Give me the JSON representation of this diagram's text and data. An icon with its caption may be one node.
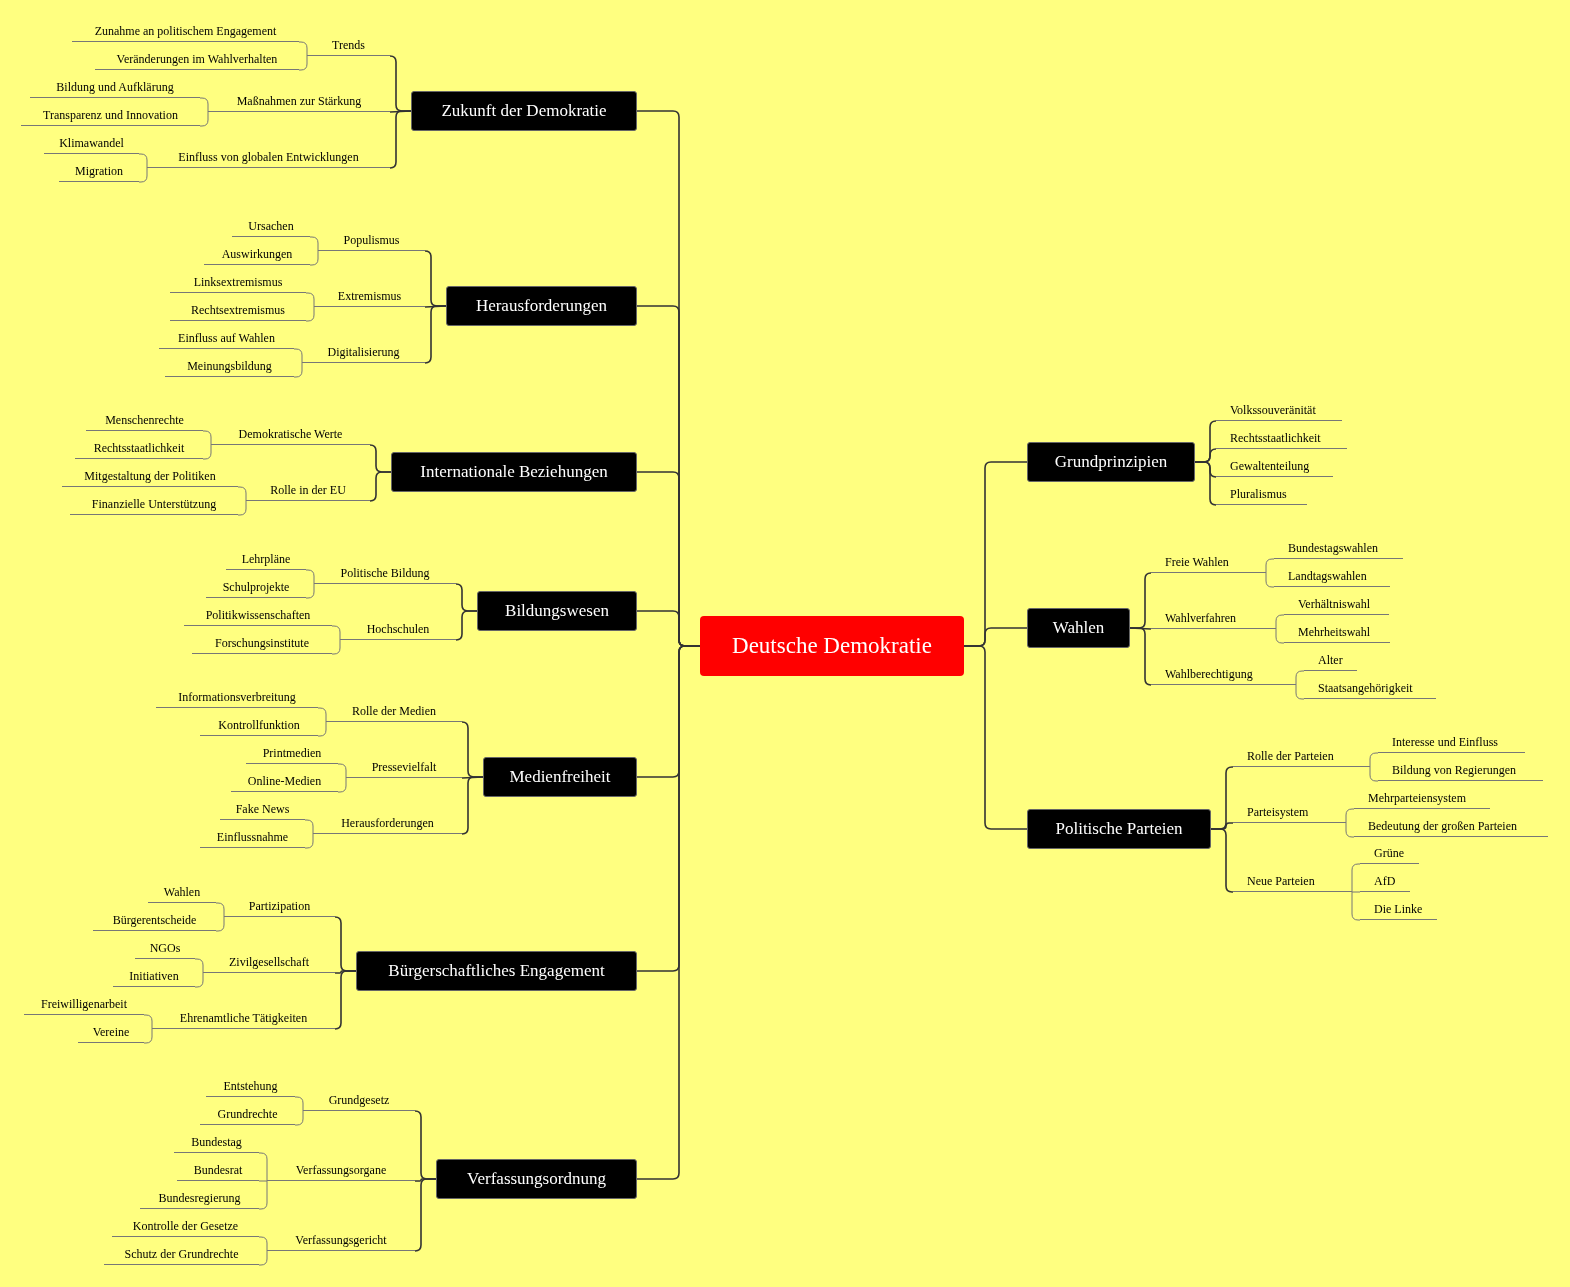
{
  "diagram": {
    "nodes": [
      {
        "text": [
          "Deutsche Demokratie"
        ]
      },
      {
        "text": [
          "Zukunft der Demokratie"
        ]
      },
      {
        "text": [
          "Trends"
        ]
      },
      {
        "text": [
          "Zunahme an politischem Engagement"
        ]
      },
      {
        "text": [
          "Veränderungen im Wahlverhalten"
        ]
      },
      {
        "text": [
          "Maßnahmen zur Stärkung"
        ]
      },
      {
        "text": [
          "Bildung und Aufklärung"
        ]
      },
      {
        "text": [
          "Transparenz und Innovation"
        ]
      },
      {
        "text": [
          "Einfluss von globalen Entwicklungen"
        ]
      },
      {
        "text": [
          "Klimawandel"
        ]
      },
      {
        "text": [
          "Migration"
        ]
      },
      {
        "text": [
          "Herausforderungen"
        ]
      },
      {
        "text": [
          "Populismus"
        ]
      },
      {
        "text": [
          "Ursachen"
        ]
      },
      {
        "text": [
          "Auswirkungen"
        ]
      },
      {
        "text": [
          "Extremismus"
        ]
      },
      {
        "text": [
          "Linksextremismus"
        ]
      },
      {
        "text": [
          "Rechtsextremismus"
        ]
      },
      {
        "text": [
          "Digitalisierung"
        ]
      },
      {
        "text": [
          "Einfluss auf Wahlen"
        ]
      },
      {
        "text": [
          "Meinungsbildung"
        ]
      },
      {
        "text": [
          "Internationale Beziehungen"
        ]
      },
      {
        "text": [
          "Demokratische Werte"
        ]
      },
      {
        "text": [
          "Menschenrechte"
        ]
      },
      {
        "text": [
          "Rechtsstaatlichkeit"
        ]
      },
      {
        "text": [
          "Rolle in der EU"
        ]
      },
      {
        "text": [
          "Mitgestaltung der Politiken"
        ]
      },
      {
        "text": [
          "Finanzielle Unterstützung"
        ]
      },
      {
        "text": [
          "Bildungswesen"
        ]
      },
      {
        "text": [
          "Politische Bildung"
        ]
      },
      {
        "text": [
          "Lehrpläne"
        ]
      },
      {
        "text": [
          "Schulprojekte"
        ]
      },
      {
        "text": [
          "Hochschulen"
        ]
      },
      {
        "text": [
          "Politikwissenschaften"
        ]
      },
      {
        "text": [
          "Forschungsinstitute"
        ]
      },
      {
        "text": [
          "Medienfreiheit"
        ]
      },
      {
        "text": [
          "Rolle der Medien"
        ]
      },
      {
        "text": [
          "Informationsverbreitung"
        ]
      },
      {
        "text": [
          "Kontrollfunktion"
        ]
      },
      {
        "text": [
          "Pressevielfalt"
        ]
      },
      {
        "text": [
          "Printmedien"
        ]
      },
      {
        "text": [
          "Online-Medien"
        ]
      },
      {
        "text": [
          "Herausforderungen"
        ]
      },
      {
        "text": [
          "Fake News"
        ]
      },
      {
        "text": [
          "Einflussnahme"
        ]
      },
      {
        "text": [
          "Bürgerschaftliches Engagement"
        ]
      },
      {
        "text": [
          "Partizipation"
        ]
      },
      {
        "text": [
          "Wahlen"
        ]
      },
      {
        "text": [
          "Bürgerentscheide"
        ]
      },
      {
        "text": [
          "Zivilgesellschaft"
        ]
      },
      {
        "text": [
          "NGOs"
        ]
      },
      {
        "text": [
          "Initiativen"
        ]
      },
      {
        "text": [
          "Ehrenamtliche Tätigkeiten"
        ]
      },
      {
        "text": [
          "Freiwilligenarbeit"
        ]
      },
      {
        "text": [
          "Vereine"
        ]
      },
      {
        "text": [
          "Verfassungsordnung"
        ]
      },
      {
        "text": [
          "Grundgesetz"
        ]
      },
      {
        "text": [
          "Entstehung"
        ]
      },
      {
        "text": [
          "Grundrechte"
        ]
      },
      {
        "text": [
          "Verfassungsorgane"
        ]
      },
      {
        "text": [
          "Bundestag"
        ]
      },
      {
        "text": [
          "Bundesrat"
        ]
      },
      {
        "text": [
          "Bundesregierung"
        ]
      },
      {
        "text": [
          "Verfassungsgericht"
        ]
      },
      {
        "text": [
          "Kontrolle der Gesetze"
        ]
      },
      {
        "text": [
          "Schutz der Grundrechte"
        ]
      },
      {
        "text": [
          "Grundprinzipien"
        ]
      },
      {
        "text": [
          "Volkssouveränität"
        ]
      },
      {
        "text": [
          "Rechtsstaatlichkeit"
        ]
      },
      {
        "text": [
          "Gewaltenteilung"
        ]
      },
      {
        "text": [
          "Pluralismus"
        ]
      },
      {
        "text": [
          "Wahlen"
        ]
      },
      {
        "text": [
          "Freie Wahlen"
        ]
      },
      {
        "text": [
          "Bundestagswahlen"
        ]
      },
      {
        "text": [
          "Landtagswahlen"
        ]
      },
      {
        "text": [
          "Wahlverfahren"
        ]
      },
      {
        "text": [
          "Verhältniswahl"
        ]
      },
      {
        "text": [
          "Mehrheitswahl"
        ]
      },
      {
        "text": [
          "Wahlberechtigung"
        ]
      },
      {
        "text": [
          "Alter"
        ]
      },
      {
        "text": [
          "Staatsangehörigkeit"
        ]
      },
      {
        "text": [
          "Politische Parteien"
        ]
      },
      {
        "text": [
          "Rolle der Parteien"
        ]
      },
      {
        "text": [
          "Interesse und Einfluss"
        ]
      },
      {
        "text": [
          "Bildung von Regierungen"
        ]
      },
      {
        "text": [
          "Parteisystem"
        ]
      },
      {
        "text": [
          "Mehrparteiensystem"
        ]
      },
      {
        "text": [
          "Bedeutung der großen Parteien"
        ]
      },
      {
        "text": [
          "Neue Parteien"
        ]
      },
      {
        "text": [
          "Grüne"
        ]
      },
      {
        "text": [
          "AfD"
        ]
      },
      {
        "text": [
          "Die Linke"
        ]
      }
    ],
    "edges": [
      {
        "from": 0,
        "to": 1,
        "arrow": "none"
      },
      {
        "from": 1,
        "to": 2,
        "arrow": "none"
      },
      {
        "from": 2,
        "to": 3,
        "arrow": "none"
      },
      {
        "from": 2,
        "to": 4,
        "arrow": "none"
      },
      {
        "from": 1,
        "to": 5,
        "arrow": "none"
      },
      {
        "from": 5,
        "to": 6,
        "arrow": "none"
      },
      {
        "from": 5,
        "to": 7,
        "arrow": "none"
      },
      {
        "from": 1,
        "to": 8,
        "arrow": "none"
      },
      {
        "from": 8,
        "to": 9,
        "arrow": "none"
      },
      {
        "from": 8,
        "to": 10,
        "arrow": "none"
      },
      {
        "from": 0,
        "to": 11,
        "arrow": "none"
      },
      {
        "from": 11,
        "to": 12,
        "arrow": "none"
      },
      {
        "from": 12,
        "to": 13,
        "arrow": "none"
      },
      {
        "from": 12,
        "to": 14,
        "arrow": "none"
      },
      {
        "from": 11,
        "to": 15,
        "arrow": "none"
      },
      {
        "from": 15,
        "to": 16,
        "arrow": "none"
      },
      {
        "from": 15,
        "to": 17,
        "arrow": "none"
      },
      {
        "from": 11,
        "to": 18,
        "arrow": "none"
      },
      {
        "from": 18,
        "to": 19,
        "arrow": "none"
      },
      {
        "from": 18,
        "to": 20,
        "arrow": "none"
      },
      {
        "from": 0,
        "to": 21,
        "arrow": "none"
      },
      {
        "from": 21,
        "to": 22,
        "arrow": "none"
      },
      {
        "from": 22,
        "to": 23,
        "arrow": "none"
      },
      {
        "from": 22,
        "to": 24,
        "arrow": "none"
      },
      {
        "from": 21,
        "to": 25,
        "arrow": "none"
      },
      {
        "from": 25,
        "to": 26,
        "arrow": "none"
      },
      {
        "from": 25,
        "to": 27,
        "arrow": "none"
      },
      {
        "from": 0,
        "to": 28,
        "arrow": "none"
      },
      {
        "from": 28,
        "to": 29,
        "arrow": "none"
      },
      {
        "from": 29,
        "to": 30,
        "arrow": "none"
      },
      {
        "from": 29,
        "to": 31,
        "arrow": "none"
      },
      {
        "from": 28,
        "to": 32,
        "arrow": "none"
      },
      {
        "from": 32,
        "to": 33,
        "arrow": "none"
      },
      {
        "from": 32,
        "to": 34,
        "arrow": "none"
      },
      {
        "from": 0,
        "to": 35,
        "arrow": "none"
      },
      {
        "from": 35,
        "to": 36,
        "arrow": "none"
      },
      {
        "from": 36,
        "to": 37,
        "arrow": "none"
      },
      {
        "from": 36,
        "to": 38,
        "arrow": "none"
      },
      {
        "from": 35,
        "to": 39,
        "arrow": "none"
      },
      {
        "from": 39,
        "to": 40,
        "arrow": "none"
      },
      {
        "from": 39,
        "to": 41,
        "arrow": "none"
      },
      {
        "from": 35,
        "to": 42,
        "arrow": "none"
      },
      {
        "from": 42,
        "to": 43,
        "arrow": "none"
      },
      {
        "from": 42,
        "to": 44,
        "arrow": "none"
      },
      {
        "from": 0,
        "to": 45,
        "arrow": "none"
      },
      {
        "from": 45,
        "to": 46,
        "arrow": "none"
      },
      {
        "from": 46,
        "to": 47,
        "arrow": "none"
      },
      {
        "from": 46,
        "to": 48,
        "arrow": "none"
      },
      {
        "from": 45,
        "to": 49,
        "arrow": "none"
      },
      {
        "from": 49,
        "to": 50,
        "arrow": "none"
      },
      {
        "from": 49,
        "to": 51,
        "arrow": "none"
      },
      {
        "from": 45,
        "to": 52,
        "arrow": "none"
      },
      {
        "from": 52,
        "to": 53,
        "arrow": "none"
      },
      {
        "from": 52,
        "to": 54,
        "arrow": "none"
      },
      {
        "from": 0,
        "to": 55,
        "arrow": "none"
      },
      {
        "from": 55,
        "to": 56,
        "arrow": "none"
      },
      {
        "from": 56,
        "to": 57,
        "arrow": "none"
      },
      {
        "from": 56,
        "to": 58,
        "arrow": "none"
      },
      {
        "from": 55,
        "to": 59,
        "arrow": "none"
      },
      {
        "from": 59,
        "to": 60,
        "arrow": "none"
      },
      {
        "from": 59,
        "to": 61,
        "arrow": "none"
      },
      {
        "from": 59,
        "to": 62,
        "arrow": "none"
      },
      {
        "from": 55,
        "to": 63,
        "arrow": "none"
      },
      {
        "from": 63,
        "to": 64,
        "arrow": "none"
      },
      {
        "from": 63,
        "to": 65,
        "arrow": "none"
      },
      {
        "from": 0,
        "to": 66,
        "arrow": "none"
      },
      {
        "from": 66,
        "to": 67,
        "arrow": "none"
      },
      {
        "from": 66,
        "to": 68,
        "arrow": "none"
      },
      {
        "from": 66,
        "to": 69,
        "arrow": "none"
      },
      {
        "from": 66,
        "to": 70,
        "arrow": "none"
      },
      {
        "from": 0,
        "to": 71,
        "arrow": "none"
      },
      {
        "from": 71,
        "to": 72,
        "arrow": "none"
      },
      {
        "from": 72,
        "to": 73,
        "arrow": "none"
      },
      {
        "from": 72,
        "to": 74,
        "arrow": "none"
      },
      {
        "from": 71,
        "to": 75,
        "arrow": "none"
      },
      {
        "from": 75,
        "to": 76,
        "arrow": "none"
      },
      {
        "from": 75,
        "to": 77,
        "arrow": "none"
      },
      {
        "from": 71,
        "to": 78,
        "arrow": "none"
      },
      {
        "from": 78,
        "to": 79,
        "arrow": "none"
      },
      {
        "from": 78,
        "to": 80,
        "arrow": "none"
      },
      {
        "from": 0,
        "to": 81,
        "arrow": "none"
      },
      {
        "from": 81,
        "to": 82,
        "arrow": "none"
      },
      {
        "from": 82,
        "to": 83,
        "arrow": "none"
      },
      {
        "from": 82,
        "to": 84,
        "arrow": "none"
      },
      {
        "from": 81,
        "to": 85,
        "arrow": "none"
      },
      {
        "from": 85,
        "to": 86,
        "arrow": "none"
      },
      {
        "from": 85,
        "to": 87,
        "arrow": "none"
      },
      {
        "from": 81,
        "to": 88,
        "arrow": "none"
      },
      {
        "from": 88,
        "to": 89,
        "arrow": "none"
      },
      {
        "from": 88,
        "to": 90,
        "arrow": "none"
      },
      {
        "from": 88,
        "to": 91,
        "arrow": "none"
      }
    ]
  }
}
